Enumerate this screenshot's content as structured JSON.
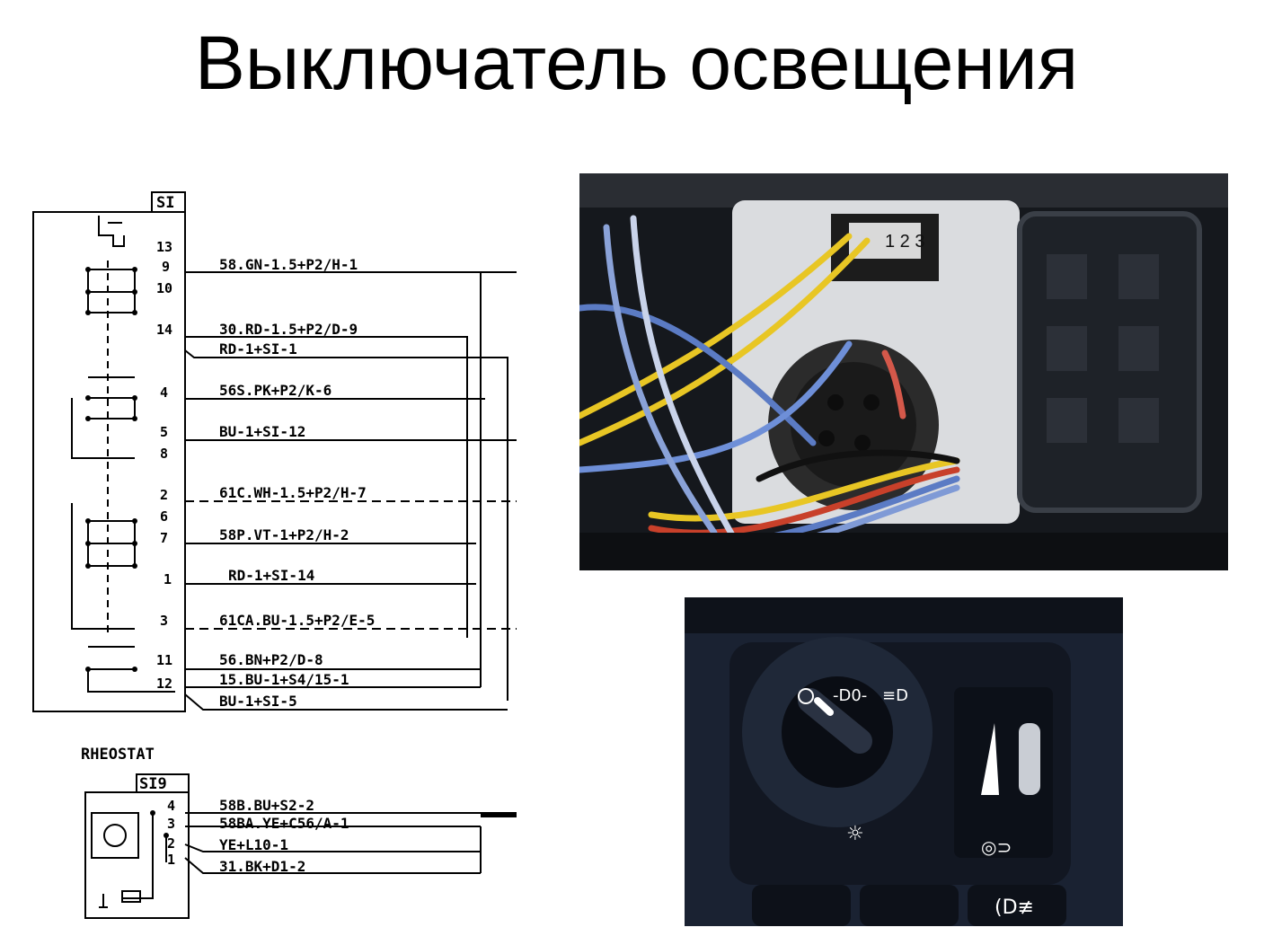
{
  "title": "Выключатель освещения",
  "switch": {
    "id": "SI",
    "pins": [
      "13",
      "9",
      "10",
      "14",
      "4",
      "5",
      "8",
      "2",
      "6",
      "7",
      "1",
      "3",
      "11",
      "12"
    ],
    "wires": [
      "58.GN-1.5+P2/H-1",
      "30.RD-1.5+P2/D-9",
      "RD-1+SI-1",
      "56S.PK+P2/K-6",
      "BU-1+SI-12",
      "61C.WH-1.5+P2/H-7",
      "58P.VT-1+P2/H-2",
      "RD-1+SI-14",
      "61CA.BU-1.5+P2/E-5",
      "56.BN+P2/D-8",
      "15.BU-1+S4/15-1",
      "BU-1+SI-5"
    ]
  },
  "rheostat": {
    "label": "RHEOSTAT",
    "id": "SI9",
    "pins": [
      "4",
      "3",
      "2",
      "1"
    ],
    "wires": [
      "58B.BU+S2-2",
      "58BA.YE+C56/A-1",
      "YE+L10-1",
      "31.BK+D1-2"
    ]
  },
  "photos": {
    "top": "wiring-connector-photo",
    "bottom": "light-switch-panel-photo"
  },
  "colors": {
    "line": "#000000",
    "photo_dark": "#141a24",
    "housing": "#e6e6e6",
    "wire_yellow": "#e8c624",
    "wire_blue": "#5b7bc4",
    "wire_red": "#c8402a"
  }
}
